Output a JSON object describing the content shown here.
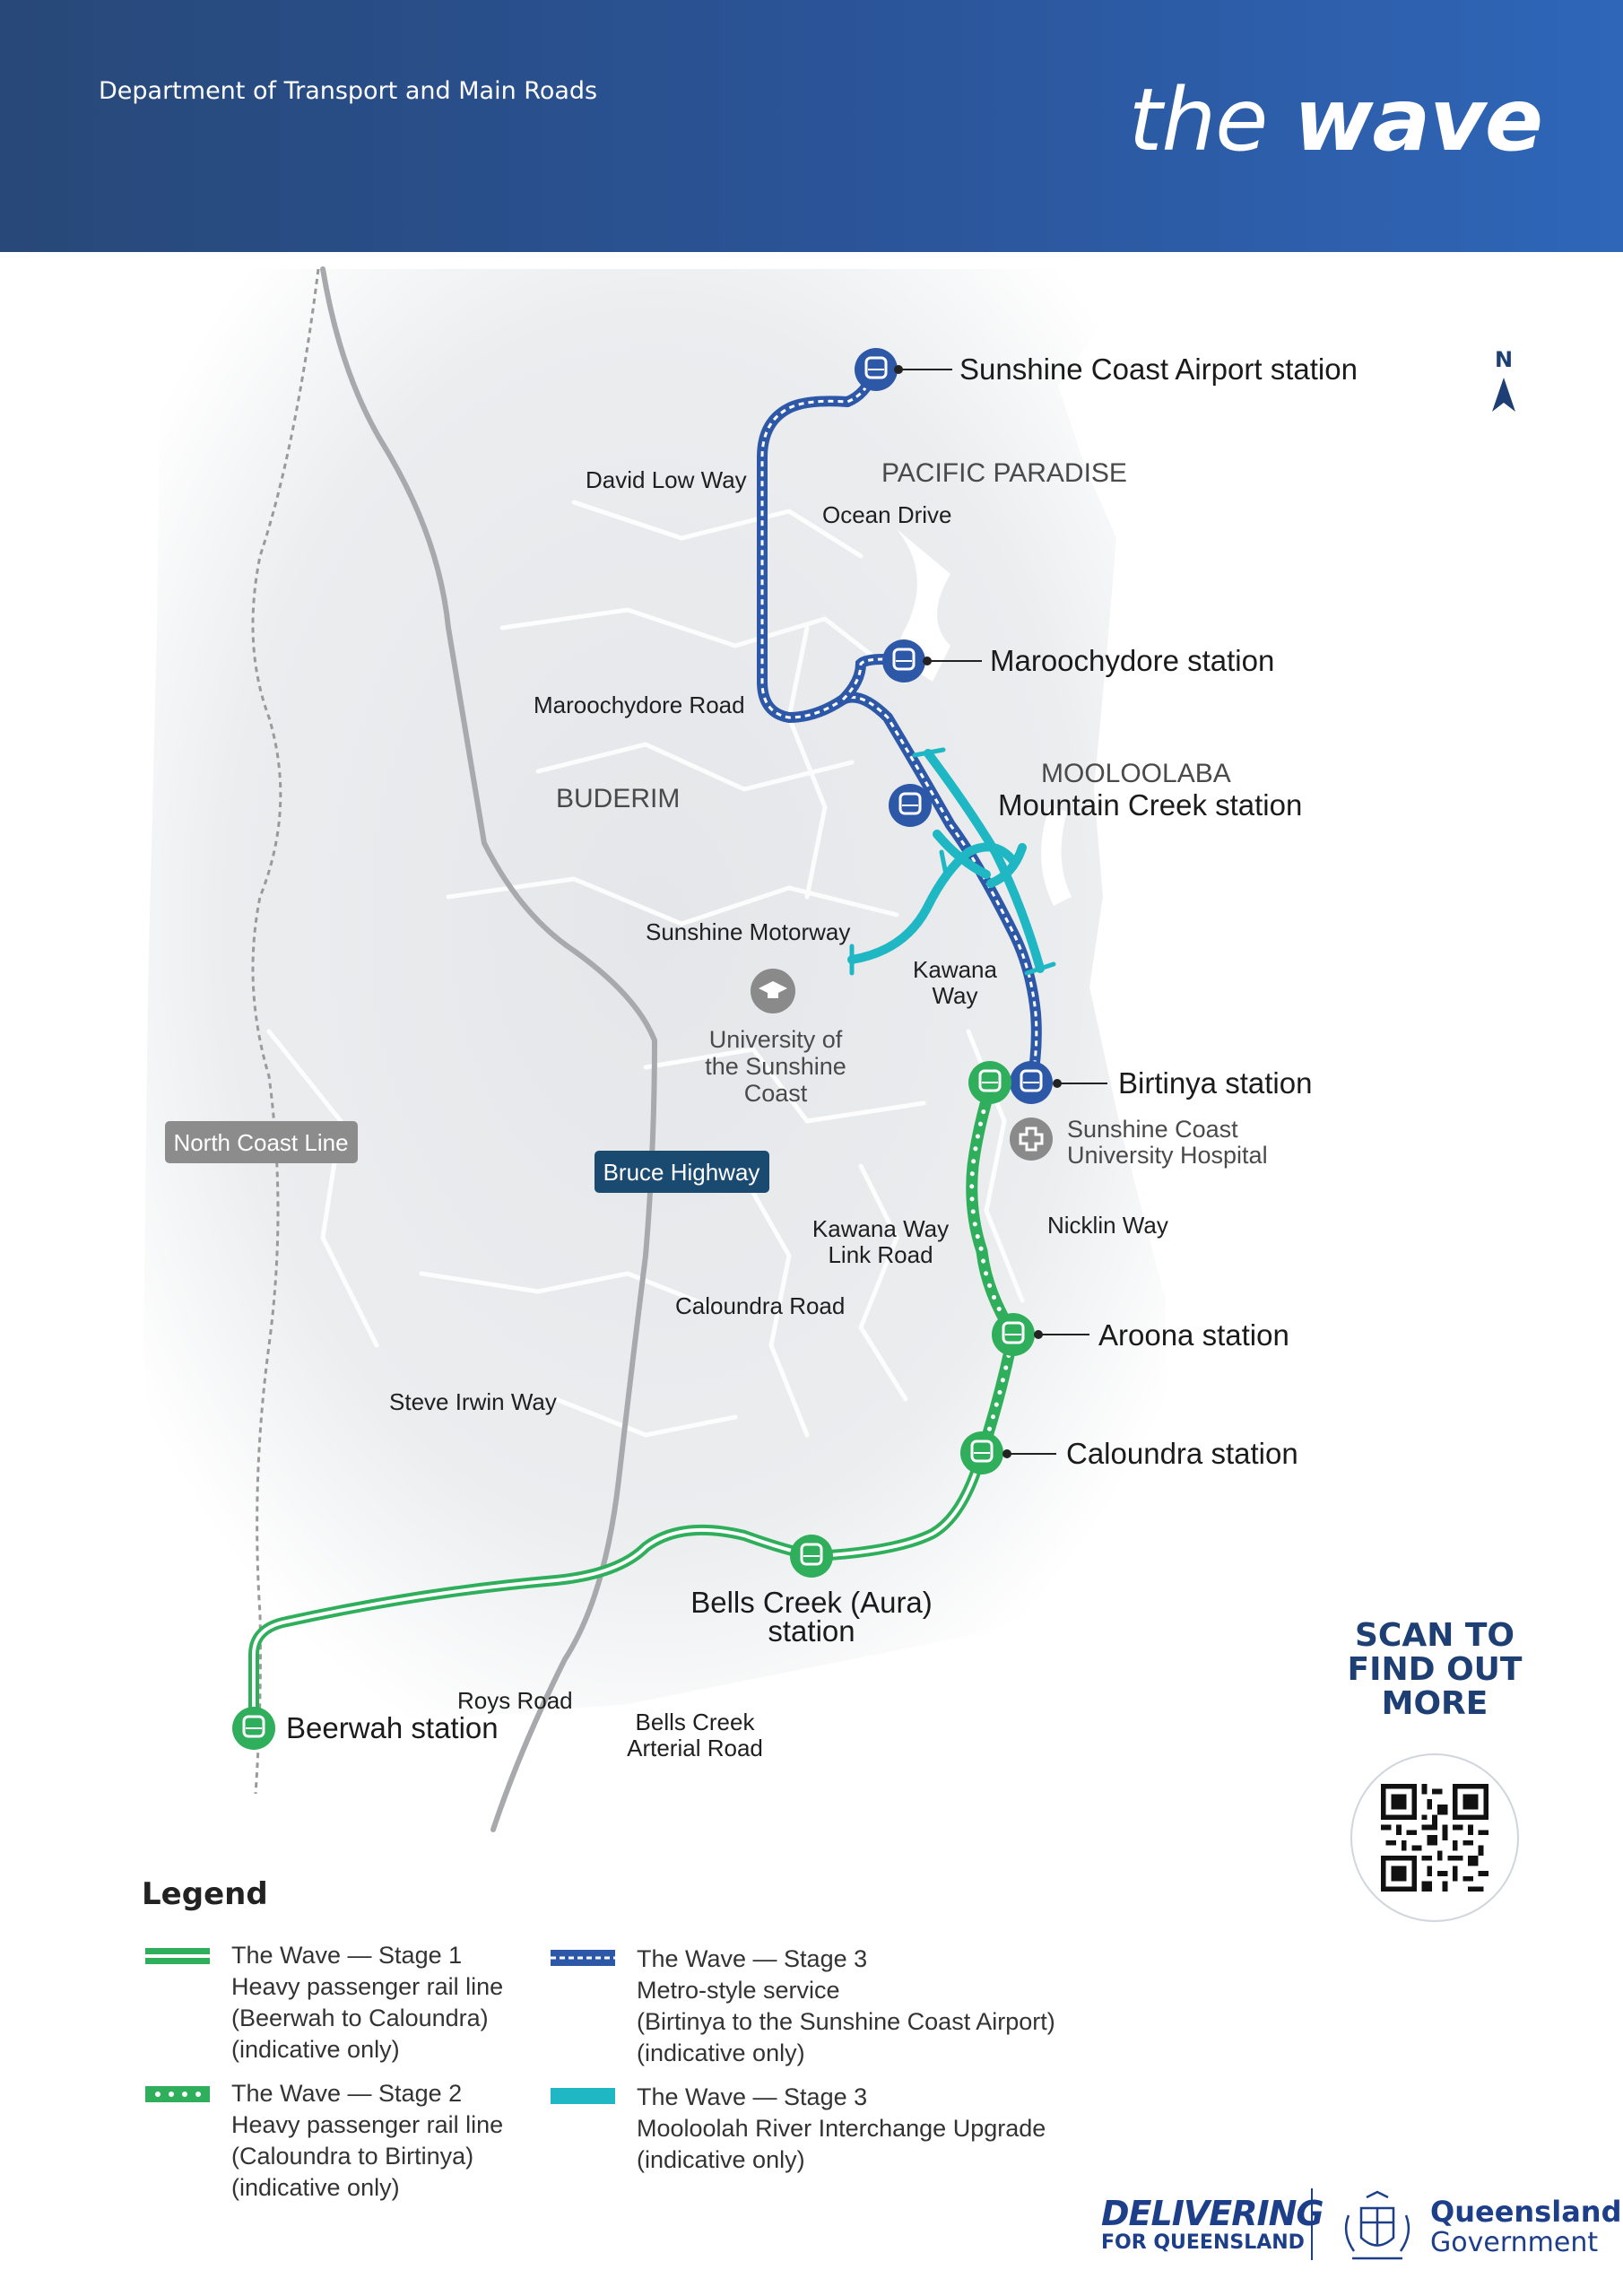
{
  "header": {
    "department": "Department of Transport and Main Roads",
    "brand_the": "the",
    "brand_wave": "wave"
  },
  "compass": {
    "label": "N"
  },
  "stations": {
    "airport": "Sunshine Coast Airport station",
    "maroochydore": "Maroochydore station",
    "mountain_creek": "Mountain Creek station",
    "birtinya": "Birtinya station",
    "aroona": "Aroona station",
    "caloundra": "Caloundra station",
    "bells_creek_1": "Bells Creek (Aura)",
    "bells_creek_2": "station",
    "beerwah": "Beerwah station"
  },
  "places": {
    "pacific_paradise": "PACIFIC PARADISE",
    "mooloolaba": "MOOLOOLABA",
    "buderim": "BUDERIM",
    "university_1": "University of",
    "university_2": "the Sunshine",
    "university_3": "Coast",
    "hospital_1": "Sunshine Coast",
    "hospital_2": "University Hospital"
  },
  "roads": {
    "david_low": "David Low Way",
    "ocean_drive": "Ocean Drive",
    "maroochydore_road": "Maroochydore Road",
    "sunshine_motorway": "Sunshine Motorway",
    "kawana_way_1": "Kawana",
    "kawana_way_2": "Way",
    "kawana_link_1": "Kawana Way",
    "kawana_link_2": "Link Road",
    "nicklin_way": "Nicklin Way",
    "caloundra_road": "Caloundra Road",
    "steve_irwin": "Steve Irwin Way",
    "roys_road": "Roys Road",
    "bells_arterial_1": "Bells Creek",
    "bells_arterial_2": "Arterial Road",
    "bruce_highway": "Bruce Highway",
    "north_coast_line": "North Coast Line"
  },
  "legend": {
    "title": "Legend",
    "stage1": [
      "The Wave — Stage 1",
      "Heavy passenger rail line",
      "(Beerwah to Caloundra)",
      "(indicative only)"
    ],
    "stage2": [
      "The Wave — Stage 2",
      "Heavy passenger rail line",
      "(Caloundra to Birtinya)",
      "(indicative only)"
    ],
    "stage3_metro": [
      "The Wave — Stage 3",
      "Metro-style service",
      "(Birtinya to the Sunshine Coast Airport)",
      "(indicative only)"
    ],
    "stage3_interchange": [
      "The Wave — Stage 3",
      "Mooloolah River Interchange Upgrade",
      "(indicative only)"
    ]
  },
  "scan": [
    "SCAN TO",
    "FIND OUT",
    "MORE"
  ],
  "footer": {
    "delivering_1": "DELIVERING",
    "delivering_2": "FOR QUEENSLAND",
    "qld_1": "Queensland",
    "qld_2": "Government"
  },
  "colors": {
    "stage1_green": "#2fae5b",
    "stage2_green": "#2fae5b",
    "metro_blue": "#2d58a8",
    "interchange_teal": "#1fb7c4",
    "header_blue": "#2b559a",
    "label_navy": "#1b4a70"
  }
}
